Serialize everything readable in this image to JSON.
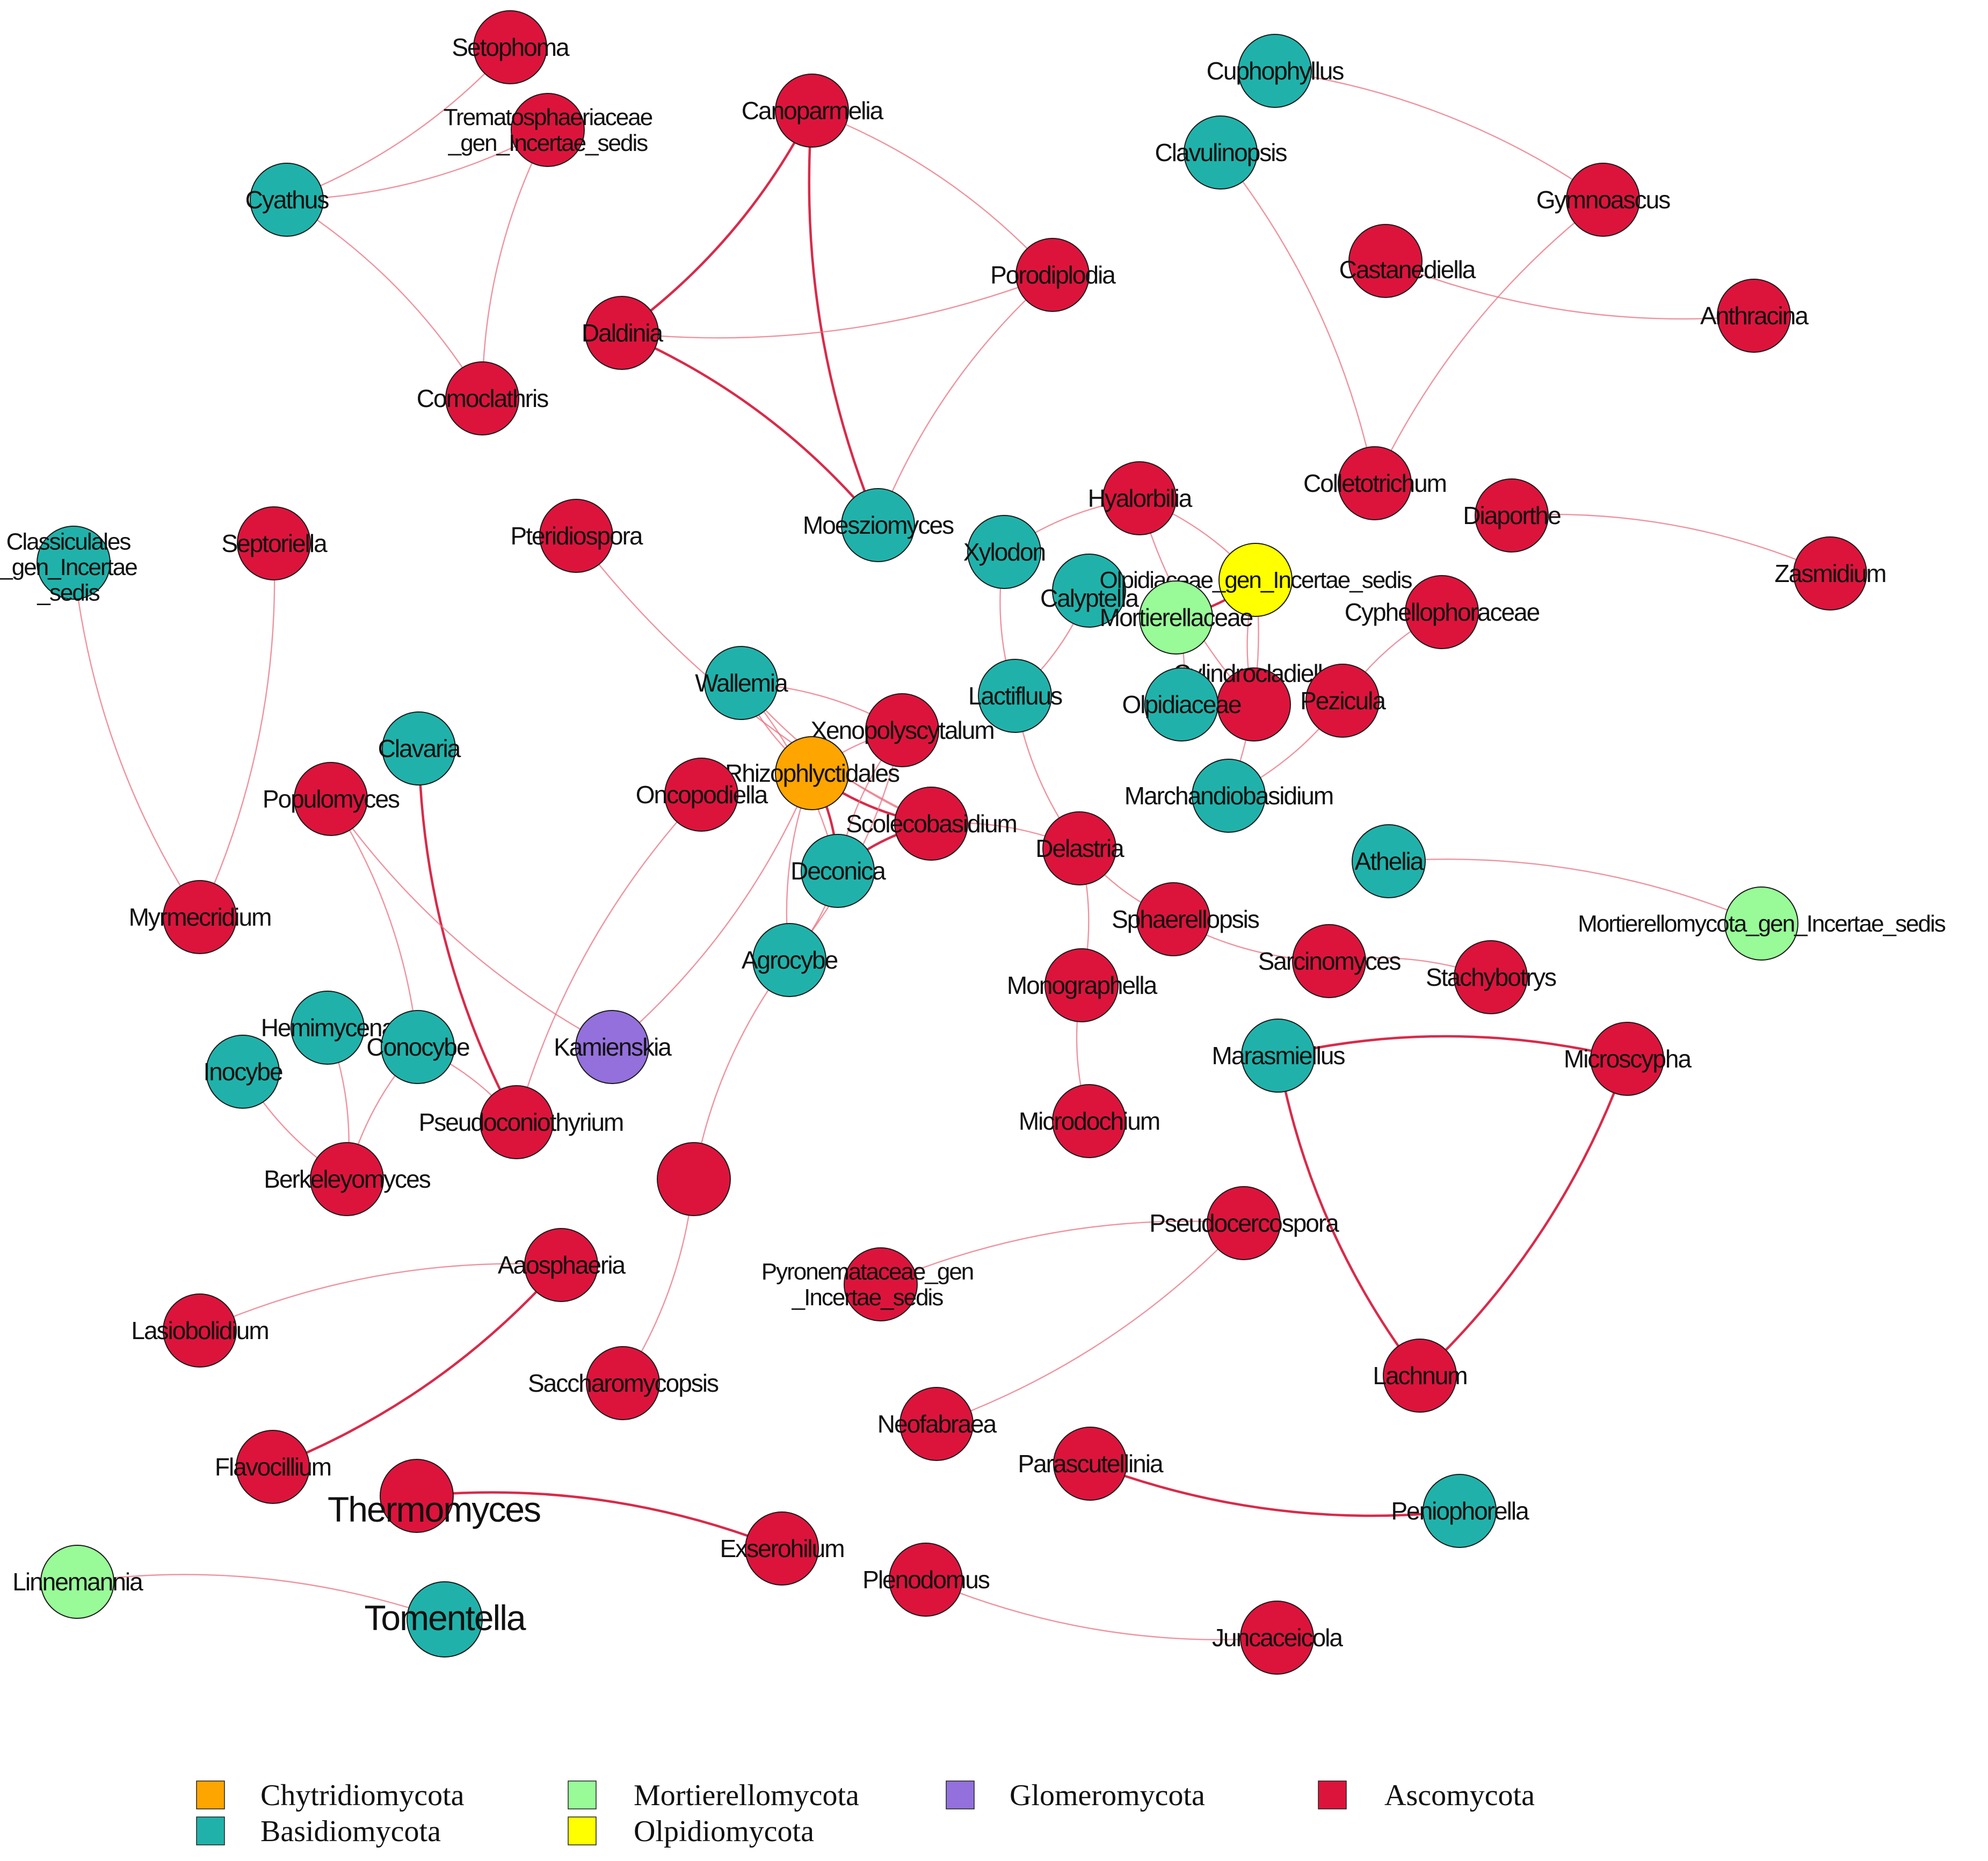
{
  "legend": [
    {
      "phylum": "Chytridiomycota",
      "color": "#FFA500"
    },
    {
      "phylum": "Mortierellomycota",
      "color": "#98FB98"
    },
    {
      "phylum": "Glomeromycota",
      "color": "#9370DB"
    },
    {
      "phylum": "Ascomycota",
      "color": "#DC143C"
    },
    {
      "phylum": "Basidiomycota",
      "color": "#20B2AA"
    },
    {
      "phylum": "Olpidiomycota",
      "color": "#FFFF00"
    }
  ],
  "nodes": [
    {
      "id": "Setophoma",
      "label": "Setophoma",
      "phylum": "Ascomycota"
    },
    {
      "id": "Trematosphaeriaceae",
      "label": "Trematosphaeriaceae\n_gen_Incertae_sedis",
      "phylum": "Ascomycota"
    },
    {
      "id": "Cyathus",
      "label": "Cyathus",
      "phylum": "Basidiomycota"
    },
    {
      "id": "Comoclathris",
      "label": "Comoclathris",
      "phylum": "Ascomycota"
    },
    {
      "id": "Canoparmelia",
      "label": "Canoparmelia",
      "phylum": "Ascomycota"
    },
    {
      "id": "Porodiplodia",
      "label": "Porodiplodia",
      "phylum": "Ascomycota"
    },
    {
      "id": "Daldinia",
      "label": "Daldinia",
      "phylum": "Ascomycota"
    },
    {
      "id": "Moesziomyces",
      "label": "Moesziomyces",
      "phylum": "Basidiomycota"
    },
    {
      "id": "Cuphophyllus",
      "label": "Cuphophyllus",
      "phylum": "Basidiomycota"
    },
    {
      "id": "Clavulinopsis",
      "label": "Clavulinopsis",
      "phylum": "Basidiomycota"
    },
    {
      "id": "Gymnoascus",
      "label": "Gymnoascus",
      "phylum": "Ascomycota"
    },
    {
      "id": "Castanediella",
      "label": "Castanediella",
      "phylum": "Ascomycota"
    },
    {
      "id": "Anthracina",
      "label": "Anthracina",
      "phylum": "Ascomycota"
    },
    {
      "id": "Colletotrichum",
      "label": "Colletotrichum",
      "phylum": "Ascomycota"
    },
    {
      "id": "Diaporthe",
      "label": "Diaporthe",
      "phylum": "Ascomycota"
    },
    {
      "id": "Zasmidium",
      "label": "Zasmidium",
      "phylum": "Ascomycota"
    },
    {
      "id": "Classiculales",
      "label": "Classiculales\n_gen_Incertae\n_sedis",
      "phylum": "Basidiomycota"
    },
    {
      "id": "Septoriella",
      "label": "Septoriella",
      "phylum": "Ascomycota"
    },
    {
      "id": "Pteridiospora",
      "label": "Pteridiospora",
      "phylum": "Ascomycota"
    },
    {
      "id": "Xylodon",
      "label": "Xylodon",
      "phylum": "Basidiomycota"
    },
    {
      "id": "Hyalorbilia",
      "label": "Hyalorbilia",
      "phylum": "Ascomycota"
    },
    {
      "id": "Calyptella",
      "label": "Calyptella",
      "phylum": "Basidiomycota"
    },
    {
      "id": "Olpidiaceae_gen",
      "label": "Olpidiaceae_gen_Incertae_sedis",
      "phylum": "Olpidiomycota"
    },
    {
      "id": "Mortierellaceae",
      "label": "Mortierellaceae",
      "phylum": "Mortierellomycota"
    },
    {
      "id": "Cyphellophoraceae",
      "label": "Cyphellophoraceae",
      "phylum": "Ascomycota"
    },
    {
      "id": "Cylindrocladiella",
      "label": "Cylindrocladiella",
      "phylum": "Ascomycota"
    },
    {
      "id": "Pezicula",
      "label": "Pezicula",
      "phylum": "Ascomycota"
    },
    {
      "id": "Olpidiaceae",
      "label": "Olpidiaceae",
      "phylum": "Basidiomycota"
    },
    {
      "id": "Lactifluus",
      "label": "Lactifluus",
      "phylum": "Basidiomycota"
    },
    {
      "id": "Wallemia",
      "label": "Wallemia",
      "phylum": "Basidiomycota"
    },
    {
      "id": "Xenopolyscytalum",
      "label": "Xenopolyscytalum",
      "phylum": "Ascomycota"
    },
    {
      "id": "Rhizophlyctidales",
      "label": "Rhizophlyctidales",
      "phylum": "Chytridiomycota"
    },
    {
      "id": "Oncopodiella",
      "label": "Oncopodiella",
      "phylum": "Ascomycota"
    },
    {
      "id": "Scolecobasidium",
      "label": "Scolecobasidium",
      "phylum": "Ascomycota"
    },
    {
      "id": "Deconica",
      "label": "Deconica",
      "phylum": "Basidiomycota"
    },
    {
      "id": "Agrocybe",
      "label": "Agrocybe",
      "phylum": "Basidiomycota"
    },
    {
      "id": "Delastria",
      "label": "Delastria",
      "phylum": "Ascomycota"
    },
    {
      "id": "Marchandiobasidium",
      "label": "Marchandiobasidium",
      "phylum": "Basidiomycota"
    },
    {
      "id": "Athelia",
      "label": "Athelia",
      "phylum": "Basidiomycota"
    },
    {
      "id": "Mortierellomycota_gen",
      "label": "Mortierellomycota_gen_Incertae_sedis",
      "phylum": "Mortierellomycota"
    },
    {
      "id": "Sphaerellopsis",
      "label": "Sphaerellopsis",
      "phylum": "Ascomycota"
    },
    {
      "id": "Sarcinomyces",
      "label": "Sarcinomyces",
      "phylum": "Ascomycota"
    },
    {
      "id": "Stachybotrys",
      "label": "Stachybotrys",
      "phylum": "Ascomycota"
    },
    {
      "id": "Monographella",
      "label": "Monographella",
      "phylum": "Ascomycota"
    },
    {
      "id": "Microdochium",
      "label": "Microdochium",
      "phylum": "Ascomycota"
    },
    {
      "id": "Clavaria",
      "label": "Clavaria",
      "phylum": "Basidiomycota"
    },
    {
      "id": "Populomyces",
      "label": "Populomyces",
      "phylum": "Ascomycota"
    },
    {
      "id": "Myrmecridium",
      "label": "Myrmecridium",
      "phylum": "Ascomycota"
    },
    {
      "id": "Hemimycena",
      "label": "Hemimycena",
      "phylum": "Basidiomycota"
    },
    {
      "id": "Inocybe",
      "label": "Inocybe",
      "phylum": "Basidiomycota"
    },
    {
      "id": "Conocybe",
      "label": "Conocybe",
      "phylum": "Basidiomycota"
    },
    {
      "id": "Kamienskia",
      "label": "Kamienskia",
      "phylum": "Glomeromycota"
    },
    {
      "id": "Pseudoconiothyrium",
      "label": "Pseudoconiothyrium",
      "phylum": "Ascomycota"
    },
    {
      "id": "Berkeleyomyces",
      "label": "Berkeleyomyces",
      "phylum": "Ascomycota"
    },
    {
      "id": "Marasmiellus",
      "label": "Marasmiellus",
      "phylum": "Basidiomycota"
    },
    {
      "id": "Microscypha",
      "label": "Microscypha",
      "phylum": "Ascomycota"
    },
    {
      "id": "Unlabeled",
      "label": "",
      "phylum": "Ascomycota"
    },
    {
      "id": "Pseudocercospora",
      "label": "Pseudocercospora",
      "phylum": "Ascomycota"
    },
    {
      "id": "Aaosphaeria",
      "label": "Aaosphaeria",
      "phylum": "Ascomycota"
    },
    {
      "id": "Lasiobolidium",
      "label": "Lasiobolidium",
      "phylum": "Ascomycota"
    },
    {
      "id": "Pyronemataceae",
      "label": "Pyronemataceae_gen\n_Incertae_sedis",
      "phylum": "Ascomycota"
    },
    {
      "id": "Saccharomycopsis",
      "label": "Saccharomycopsis",
      "phylum": "Ascomycota"
    },
    {
      "id": "Lachnum",
      "label": "Lachnum",
      "phylum": "Ascomycota"
    },
    {
      "id": "Neofabraea",
      "label": "Neofabraea",
      "phylum": "Ascomycota"
    },
    {
      "id": "Parascutellinia",
      "label": "Parascutellinia",
      "phylum": "Ascomycota"
    },
    {
      "id": "Peniophorella",
      "label": "Peniophorella",
      "phylum": "Basidiomycota"
    },
    {
      "id": "Flavocillium",
      "label": "Flavocillium",
      "phylum": "Ascomycota"
    },
    {
      "id": "Thermomyces",
      "label": "Thermomyces",
      "phylum": "Ascomycota"
    },
    {
      "id": "Exserohilum",
      "label": "Exserohilum",
      "phylum": "Ascomycota"
    },
    {
      "id": "Plenodomus",
      "label": "Plenodomus",
      "phylum": "Ascomycota"
    },
    {
      "id": "Juncaceicola",
      "label": "Juncaceicola",
      "phylum": "Ascomycota"
    },
    {
      "id": "Linnemannia",
      "label": "Linnemannia",
      "phylum": "Mortierellomycota"
    },
    {
      "id": "Tomentella",
      "label": "Tomentella",
      "phylum": "Basidiomycota"
    }
  ],
  "edges": [
    {
      "source": "Setophoma",
      "target": "Cyathus",
      "weight": 1
    },
    {
      "source": "Cyathus",
      "target": "Trematosphaeriaceae",
      "weight": 1
    },
    {
      "source": "Cyathus",
      "target": "Comoclathris",
      "weight": 1
    },
    {
      "source": "Trematosphaeriaceae",
      "target": "Comoclathris",
      "weight": 1
    },
    {
      "source": "Canoparmelia",
      "target": "Daldinia",
      "weight": 2
    },
    {
      "source": "Canoparmelia",
      "target": "Moesziomyces",
      "weight": 2
    },
    {
      "source": "Canoparmelia",
      "target": "Porodiplodia",
      "weight": 1
    },
    {
      "source": "Daldinia",
      "target": "Porodiplodia",
      "weight": 1
    },
    {
      "source": "Daldinia",
      "target": "Moesziomyces",
      "weight": 2
    },
    {
      "source": "Porodiplodia",
      "target": "Moesziomyces",
      "weight": 1
    },
    {
      "source": "Cuphophyllus",
      "target": "Gymnoascus",
      "weight": 1
    },
    {
      "source": "Gymnoascus",
      "target": "Colletotrichum",
      "weight": 1
    },
    {
      "source": "Clavulinopsis",
      "target": "Colletotrichum",
      "weight": 1
    },
    {
      "source": "Castanediella",
      "target": "Anthracina",
      "weight": 1
    },
    {
      "source": "Diaporthe",
      "target": "Zasmidium",
      "weight": 1
    },
    {
      "source": "Classiculales",
      "target": "Myrmecridium",
      "weight": 1
    },
    {
      "source": "Septoriella",
      "target": "Myrmecridium",
      "weight": 1
    },
    {
      "source": "Pteridiospora",
      "target": "Scolecobasidium",
      "weight": 1
    },
    {
      "source": "Xylodon",
      "target": "Hyalorbilia",
      "weight": 1
    },
    {
      "source": "Xylodon",
      "target": "Lactifluus",
      "weight": 1
    },
    {
      "source": "Hyalorbilia",
      "target": "Olpidiaceae_gen",
      "weight": 1
    },
    {
      "source": "Hyalorbilia",
      "target": "Cylindrocladiella",
      "weight": 1
    },
    {
      "source": "Calyptella",
      "target": "Lactifluus",
      "weight": 1
    },
    {
      "source": "Mortierellaceae",
      "target": "Olpidiaceae_gen",
      "weight": 2
    },
    {
      "source": "Mortierellaceae",
      "target": "Olpidiaceae",
      "weight": 1
    },
    {
      "source": "Olpidiaceae_gen",
      "target": "Cylindrocladiella",
      "weight": 1
    },
    {
      "source": "Olpidiaceae_gen",
      "target": "Marchandiobasidium",
      "weight": 1
    },
    {
      "source": "Cyphellophoraceae",
      "target": "Pezicula",
      "weight": 1
    },
    {
      "source": "Pezicula",
      "target": "Marchandiobasidium",
      "weight": 1
    },
    {
      "source": "Lactifluus",
      "target": "Delastria",
      "weight": 1
    },
    {
      "source": "Wallemia",
      "target": "Xenopolyscytalum",
      "weight": 1
    },
    {
      "source": "Wallemia",
      "target": "Rhizophlyctidales",
      "weight": 1
    },
    {
      "source": "Wallemia",
      "target": "Deconica",
      "weight": 1
    },
    {
      "source": "Wallemia",
      "target": "Scolecobasidium",
      "weight": 1
    },
    {
      "source": "Rhizophlyctidales",
      "target": "Xenopolyscytalum",
      "weight": 1
    },
    {
      "source": "Rhizophlyctidales",
      "target": "Scolecobasidium",
      "weight": 2
    },
    {
      "source": "Rhizophlyctidales",
      "target": "Deconica",
      "weight": 2
    },
    {
      "source": "Rhizophlyctidales",
      "target": "Agrocybe",
      "weight": 1
    },
    {
      "source": "Rhizophlyctidales",
      "target": "Kamienskia",
      "weight": 1
    },
    {
      "source": "Xenopolyscytalum",
      "target": "Deconica",
      "weight": 1
    },
    {
      "source": "Xenopolyscytalum",
      "target": "Agrocybe",
      "weight": 1
    },
    {
      "source": "Scolecobasidium",
      "target": "Deconica",
      "weight": 2
    },
    {
      "source": "Scolecobasidium",
      "target": "Delastria",
      "weight": 1
    },
    {
      "source": "Oncopodiella",
      "target": "Pseudoconiothyrium",
      "weight": 1
    },
    {
      "source": "Deconica",
      "target": "Agrocybe",
      "weight": 1
    },
    {
      "source": "Agrocybe",
      "target": "Unlabeled",
      "weight": 1
    },
    {
      "source": "Unlabeled",
      "target": "Saccharomycopsis",
      "weight": 1
    },
    {
      "source": "Delastria",
      "target": "Sphaerellopsis",
      "weight": 1
    },
    {
      "source": "Delastria",
      "target": "Monographella",
      "weight": 1
    },
    {
      "source": "Sphaerellopsis",
      "target": "Sarcinomyces",
      "weight": 1
    },
    {
      "source": "Sarcinomyces",
      "target": "Stachybotrys",
      "weight": 1
    },
    {
      "source": "Monographella",
      "target": "Microdochium",
      "weight": 1
    },
    {
      "source": "Athelia",
      "target": "Mortierellomycota_gen",
      "weight": 1
    },
    {
      "source": "Clavaria",
      "target": "Pseudoconiothyrium",
      "weight": 2
    },
    {
      "source": "Populomyces",
      "target": "Conocybe",
      "weight": 1
    },
    {
      "source": "Populomyces",
      "target": "Kamienskia",
      "weight": 1
    },
    {
      "source": "Conocybe",
      "target": "Pseudoconiothyrium",
      "weight": 1
    },
    {
      "source": "Conocybe",
      "target": "Berkeleyomyces",
      "weight": 1
    },
    {
      "source": "Hemimycena",
      "target": "Berkeleyomyces",
      "weight": 1
    },
    {
      "source": "Inocybe",
      "target": "Berkeleyomyces",
      "weight": 1
    },
    {
      "source": "Marasmiellus",
      "target": "Microscypha",
      "weight": 2
    },
    {
      "source": "Marasmiellus",
      "target": "Lachnum",
      "weight": 2
    },
    {
      "source": "Microscypha",
      "target": "Lachnum",
      "weight": 2
    },
    {
      "source": "Pseudocercospora",
      "target": "Pyronemataceae",
      "weight": 1
    },
    {
      "source": "Pseudocercospora",
      "target": "Neofabraea",
      "weight": 1
    },
    {
      "source": "Aaosphaeria",
      "target": "Lasiobolidium",
      "weight": 1
    },
    {
      "source": "Aaosphaeria",
      "target": "Flavocillium",
      "weight": 2
    },
    {
      "source": "Parascutellinia",
      "target": "Peniophorella",
      "weight": 2
    },
    {
      "source": "Thermomyces",
      "target": "Exserohilum",
      "weight": 2
    },
    {
      "source": "Plenodomus",
      "target": "Juncaceicola",
      "weight": 1
    },
    {
      "source": "Linnemannia",
      "target": "Tomentella",
      "weight": 1
    }
  ]
}
